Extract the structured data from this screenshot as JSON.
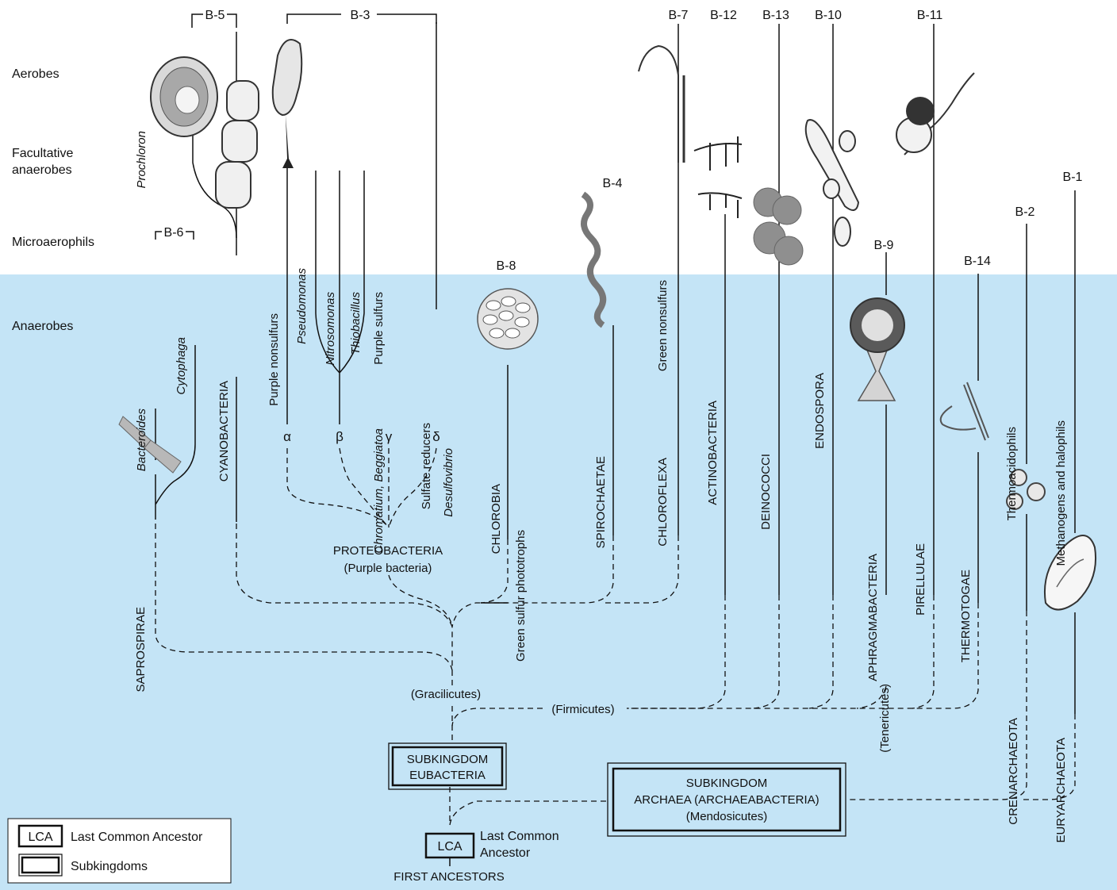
{
  "zones": {
    "aerobes": "Aerobes",
    "facultative_1": "Facultative",
    "facultative_2": "anaerobes",
    "microaerophils": "Microaerophils",
    "anaerobes": "Anaerobes"
  },
  "groups": {
    "b5": "B-5",
    "b3": "B-3",
    "b7": "B-7",
    "b12": "B-12",
    "b13": "B-13",
    "b10": "B-10",
    "b11": "B-11",
    "b1": "B-1",
    "b2": "B-2",
    "b4": "B-4",
    "b6": "B-6",
    "b8": "B-8",
    "b9": "B-9",
    "b14": "B-14"
  },
  "taxa": {
    "prochloron": "Prochloron",
    "cytophaga": "Cytophaga",
    "bacteroides": "Bacteroides",
    "cyanobacteria": "CYANOBACTERIA",
    "saprospirae": "SAPROSPIRAE",
    "purple_nonsulfurs": "Purple nonsulfurs",
    "pseudomonas": "Pseudomonas",
    "nitrosomonas": "Nitrosomonas",
    "thiobacillus": "Thiobacillus",
    "purple_sulfurs": "Purple sulfurs",
    "chromatium": "Chromatium, Beggiatoa",
    "sulfate_reducers": "Sulfate reducers",
    "desulfovibrio": "Desulfovibrio",
    "alpha": "α",
    "beta": "β",
    "gamma": "γ",
    "delta": "δ",
    "chlorobia": "CHLOROBIA",
    "green_sulfur": "Green sulfur phototrophs",
    "spirochaetae": "SPIROCHAETAE",
    "green_nonsulfurs": "Green nonsulfurs",
    "chloroflexa": "CHLOROFLEXA",
    "actinobacteria": "ACTINOBACTERIA",
    "deinococci": "DEINOCOCCI",
    "endospora": "ENDOSPORA",
    "aphragmabacteria": "APHRAGMABACTERIA",
    "tenericutes": "(Tenericutes)",
    "pirellulae": "PIRELLULAE",
    "thermotogae": "THERMOTOGAE",
    "thermoacidophils": "Thermoacidophils",
    "crenarchaeota": "CRENARCHAEOTA",
    "methanogens": "Methanogens and halophils",
    "euryarchaeota": "EURYARCHAEOTA"
  },
  "clades": {
    "proteobacteria_1": "PROTEOBACTERIA",
    "proteobacteria_2": "(Purple bacteria)",
    "gracilicutes": "(Gracilicutes)",
    "firmicutes": "(Firmicutes)",
    "eubacteria_1": "SUBKINGDOM",
    "eubacteria_2": "EUBACTERIA",
    "archaea_1": "SUBKINGDOM",
    "archaea_2": "ARCHAEA (ARCHAEABACTERIA)",
    "archaea_3": "(Mendosicutes)",
    "lca_box": "LCA",
    "lca_1": "Last Common",
    "lca_2": "Ancestor",
    "first_ancestors": "FIRST ANCESTORS"
  },
  "legend": {
    "lca_box": "LCA",
    "lca_label": "Last Common Ancestor",
    "subkingdoms_label": "Subkingdoms"
  }
}
